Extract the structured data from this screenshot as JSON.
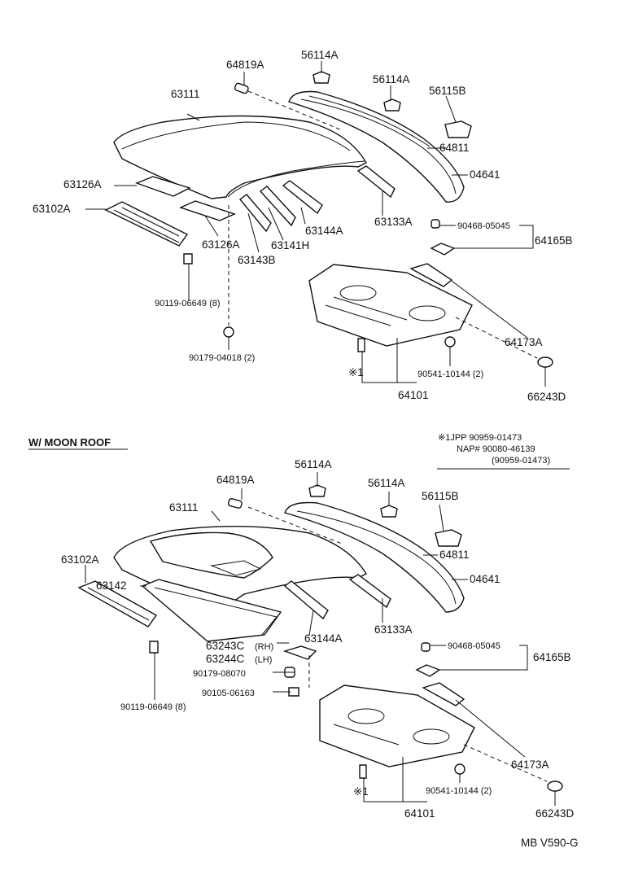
{
  "top": {
    "labels": {
      "p64819A": "64819A",
      "p56114A_1": "56114A",
      "p56114A_2": "56114A",
      "p56115B": "56115B",
      "p63111": "63111",
      "p64811": "64811",
      "p04641": "04641",
      "p63126A_1": "63126A",
      "p63102A": "63102A",
      "p63126A_2": "63126A",
      "p63141H": "63141H",
      "p63143B": "63143B",
      "p63144A": "63144A",
      "p63133A": "63133A",
      "p90468": "90468-05045",
      "p64165B": "64165B",
      "p90119": "90119-06649 (8)",
      "p90179": "90179-04018 (2)",
      "p64173A": "64173A",
      "p90541": "90541-10144 (2)",
      "p_star": "※1",
      "p64101": "64101",
      "p66243D": "66243D"
    }
  },
  "moonroof": {
    "title": "W/ MOON ROOF",
    "note": {
      "line1": "※1JPP    90959-01473",
      "line2": "NAP#  90080-46139",
      "line3": "(90959-01473)"
    },
    "labels": {
      "p64819A": "64819A",
      "p56114A_1": "56114A",
      "p56114A_2": "56114A",
      "p56115B": "56115B",
      "p63111": "63111",
      "p64811": "64811",
      "p04641": "04641",
      "p63102A": "63102A",
      "p63142": "63142",
      "p63144A": "63144A",
      "p63133A": "63133A",
      "p63243C": "63243C",
      "p63243C_side": "(RH)",
      "p63244C": "63244C",
      "p63244C_side": "(LH)",
      "p90179": "90179-08070",
      "p90105": "90105-06163",
      "p90119": "90119-06649 (8)",
      "p90468": "90468-05045",
      "p64165B": "64165B",
      "p64173A": "64173A",
      "p90541": "90541-10144 (2)",
      "p_star": "※1",
      "p64101": "64101",
      "p66243D": "66243D"
    }
  },
  "footer": {
    "code": "MB  V590-G"
  }
}
